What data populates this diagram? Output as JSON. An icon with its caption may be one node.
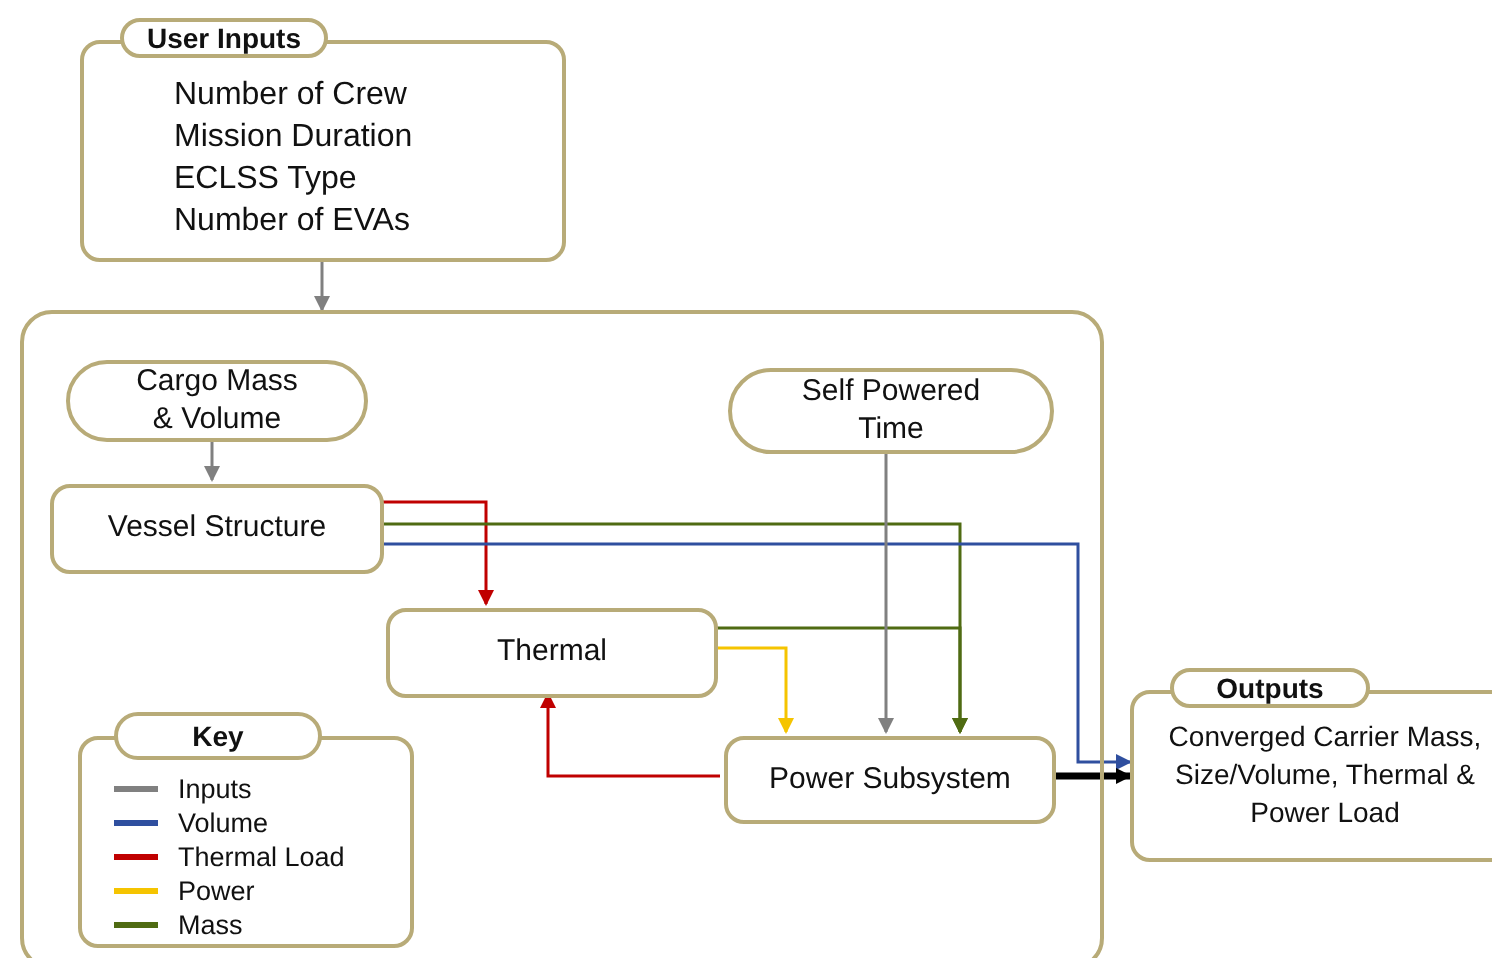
{
  "diagram": {
    "nodes": [
      {
        "text": [
          "User Inputs",
          "Number of Crew",
          "Mission Duration",
          "ECLSS Type",
          "Number of EVAs"
        ]
      },
      {
        "text": [],
        "shape": "box"
      },
      {
        "text": [
          "Cargo Mass & Volume"
        ],
        "in": 1
      },
      {
        "text": [
          "Self Powered Time"
        ],
        "in": 1
      },
      {
        "text": [
          "Vessel Structure"
        ],
        "in": 1
      },
      {
        "text": [
          "Thermal"
        ],
        "in": 1
      },
      {
        "text": [
          "Power Subsystem"
        ],
        "in": 1
      },
      {
        "text": [
          "Outputs",
          "Converged Carrier Mass, Size/Volume, Thermal & Power Load"
        ]
      }
    ],
    "edges": [
      {
        "from": 0,
        "to": 1,
        "arrow": "to"
      },
      {
        "from": 2,
        "to": 4,
        "arrow": "to"
      },
      {
        "from": 4,
        "to": 5,
        "arrow": "to",
        "color": "#c00000"
      },
      {
        "from": 4,
        "to": 6,
        "arrow": "to",
        "color": "#4f6b12"
      },
      {
        "from": 4,
        "to": 7,
        "arrow": "to",
        "color": "#2f4f9f"
      },
      {
        "from": 5,
        "to": 6,
        "arrow": "to",
        "color": "#4f6b12"
      },
      {
        "from": 5,
        "to": 6,
        "arrow": "to",
        "color": "#f5c400"
      },
      {
        "from": 3,
        "to": 6,
        "arrow": "to"
      },
      {
        "from": 6,
        "to": 5,
        "arrow": "to",
        "color": "#c00000"
      },
      {
        "from": 6,
        "to": 7,
        "arrow": "to",
        "style": "thick",
        "color": "#000000"
      }
    ],
    "labels": [
      "Key"
    ],
    "legend": [
      {
        "text": "Inputs"
      },
      {
        "text": "Volume"
      },
      {
        "text": "Thermal Load"
      },
      {
        "text": "Power"
      },
      {
        "text": "Mass"
      }
    ]
  }
}
